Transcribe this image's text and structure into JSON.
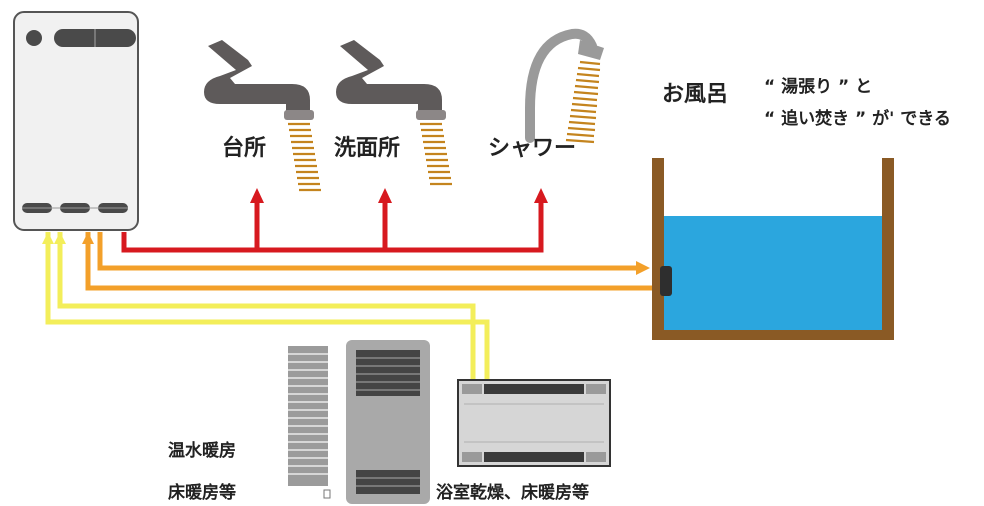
{
  "labels": {
    "kitchen": "台所",
    "washroom": "洗面所",
    "shower": "シャワー",
    "bath": "お風呂",
    "bath_note_line1": "“ 湯張り ” と",
    "bath_note_line2": "“ 追い焚き ” が' できる",
    "heating_line1": "温水暖房",
    "heating_line2": "床暖房等",
    "bathroom_dryer": "浴室乾燥、床暖房等"
  },
  "colors": {
    "hot_water_pipe": "#d7191f",
    "bath_pipe": "#f3a02a",
    "heating_pipe": "#f3ee5a",
    "water": "#2ba6de",
    "tub_wall": "#8a5a25",
    "fixture": "#5e5a5a"
  }
}
